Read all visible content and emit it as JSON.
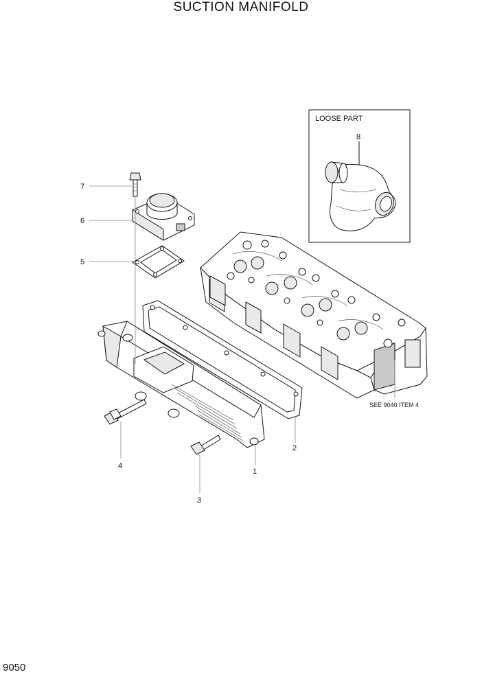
{
  "title": "SUCTION MANIFOLD",
  "page_number": "9050",
  "inset": {
    "label": "LOOSE PART"
  },
  "reference_note": "SEE 9040 ITEM 4",
  "callouts": [
    "1",
    "2",
    "3",
    "4",
    "5",
    "6",
    "7",
    "8"
  ]
}
